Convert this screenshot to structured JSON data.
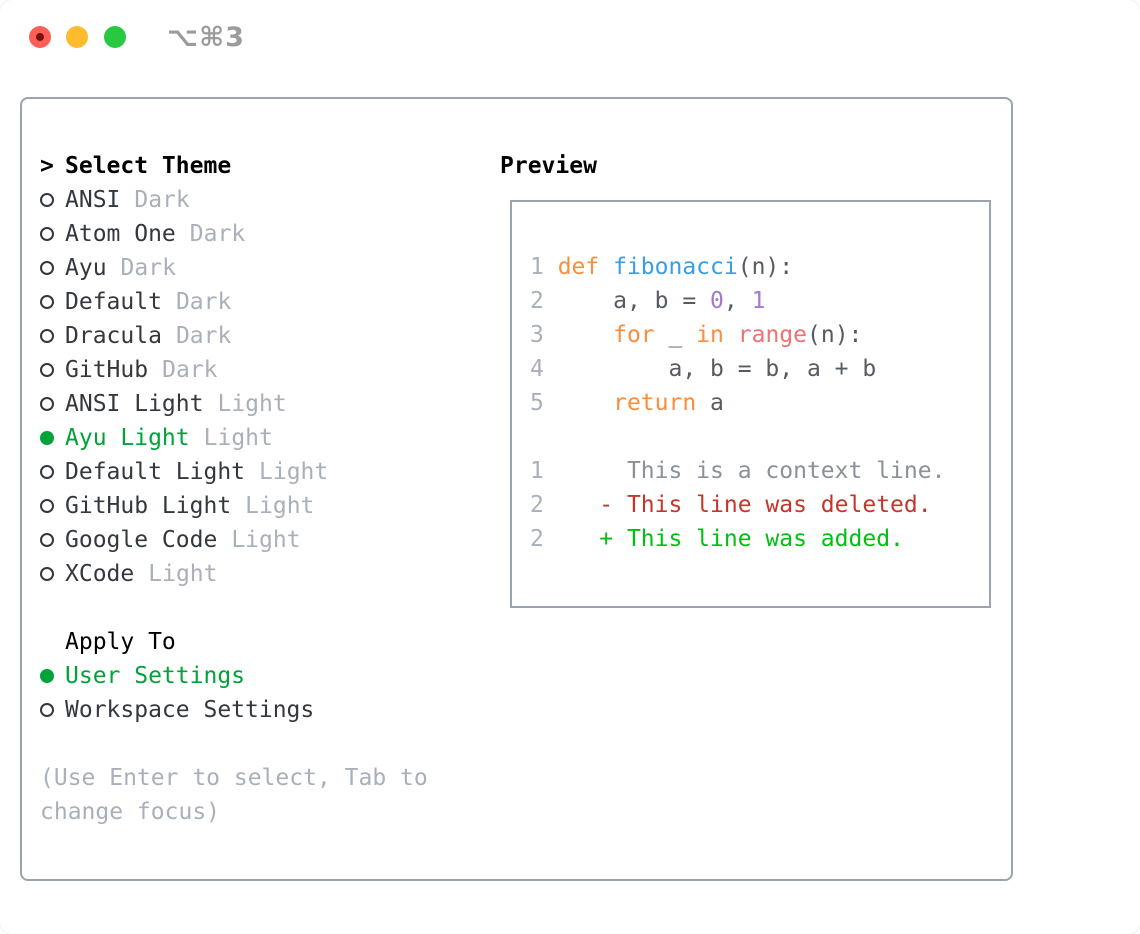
{
  "window": {
    "title": "⌥⌘3"
  },
  "colors": {
    "accent_green": "#00a338",
    "diff_added": "#00c012",
    "diff_removed": "#c2362b",
    "diff_context": "#8b9199",
    "line_number": "#a9b0ba",
    "muted": "#a9b0ba",
    "item_text": "#33383f",
    "header_text": "#000000",
    "code_foreground": "#565b63",
    "code_keyword": "#fa8d3e",
    "code_function": "#399ee6",
    "code_number": "#a37acc",
    "code_builtin": "#f07171",
    "panel_border": "#9ba3ae",
    "titlebar_gray": "#9b9b9b",
    "traffic_red": "#ff5f57",
    "traffic_yellow": "#febc2e",
    "traffic_green": "#28c840"
  },
  "theme_selector": {
    "prompt": ">",
    "title": "Select Theme",
    "themes": [
      {
        "name": "ANSI",
        "variant": "Dark",
        "selected": false
      },
      {
        "name": "Atom One",
        "variant": "Dark",
        "selected": false
      },
      {
        "name": "Ayu",
        "variant": "Dark",
        "selected": false
      },
      {
        "name": "Default",
        "variant": "Dark",
        "selected": false
      },
      {
        "name": "Dracula",
        "variant": "Dark",
        "selected": false
      },
      {
        "name": "GitHub",
        "variant": "Dark",
        "selected": false
      },
      {
        "name": "ANSI Light",
        "variant": "Light",
        "selected": false
      },
      {
        "name": "Ayu Light",
        "variant": "Light",
        "selected": true
      },
      {
        "name": "Default Light",
        "variant": "Light",
        "selected": false
      },
      {
        "name": "GitHub Light",
        "variant": "Light",
        "selected": false
      },
      {
        "name": "Google Code",
        "variant": "Light",
        "selected": false
      },
      {
        "name": "XCode",
        "variant": "Light",
        "selected": false
      }
    ]
  },
  "apply_to": {
    "title": "Apply To",
    "options": [
      {
        "label": "User Settings",
        "selected": true
      },
      {
        "label": "Workspace Settings",
        "selected": false
      }
    ]
  },
  "help_text": "(Use Enter to select, Tab to change focus)",
  "preview": {
    "title": "Preview",
    "lines": [
      [
        [
          "num",
          "1 "
        ],
        [
          "kw",
          "def "
        ],
        [
          "fn",
          "fibonacci"
        ],
        [
          "fg",
          "(n):"
        ]
      ],
      [
        [
          "num",
          "2 "
        ],
        [
          "fg",
          "    a, b = "
        ],
        [
          "lit",
          "0"
        ],
        [
          "fg",
          ", "
        ],
        [
          "lit",
          "1"
        ]
      ],
      [
        [
          "num",
          "3 "
        ],
        [
          "fg",
          "    "
        ],
        [
          "kw",
          "for"
        ],
        [
          "fg",
          " _ "
        ],
        [
          "kw",
          "in"
        ],
        [
          "fg",
          " "
        ],
        [
          "rng",
          "range"
        ],
        [
          "fg",
          "(n):"
        ]
      ],
      [
        [
          "num",
          "4 "
        ],
        [
          "fg",
          "        a, b = b, a + b"
        ]
      ],
      [
        [
          "num",
          "5 "
        ],
        [
          "fg",
          "    "
        ],
        [
          "kw",
          "return"
        ],
        [
          "fg",
          " a"
        ]
      ],
      [],
      [
        [
          "num",
          "1 "
        ],
        [
          "ctx",
          "     This is a context line."
        ]
      ],
      [
        [
          "num",
          "2 "
        ],
        [
          "del",
          "   - This line was deleted."
        ]
      ],
      [
        [
          "num",
          "2 "
        ],
        [
          "add",
          "   + This line was added."
        ]
      ]
    ]
  }
}
